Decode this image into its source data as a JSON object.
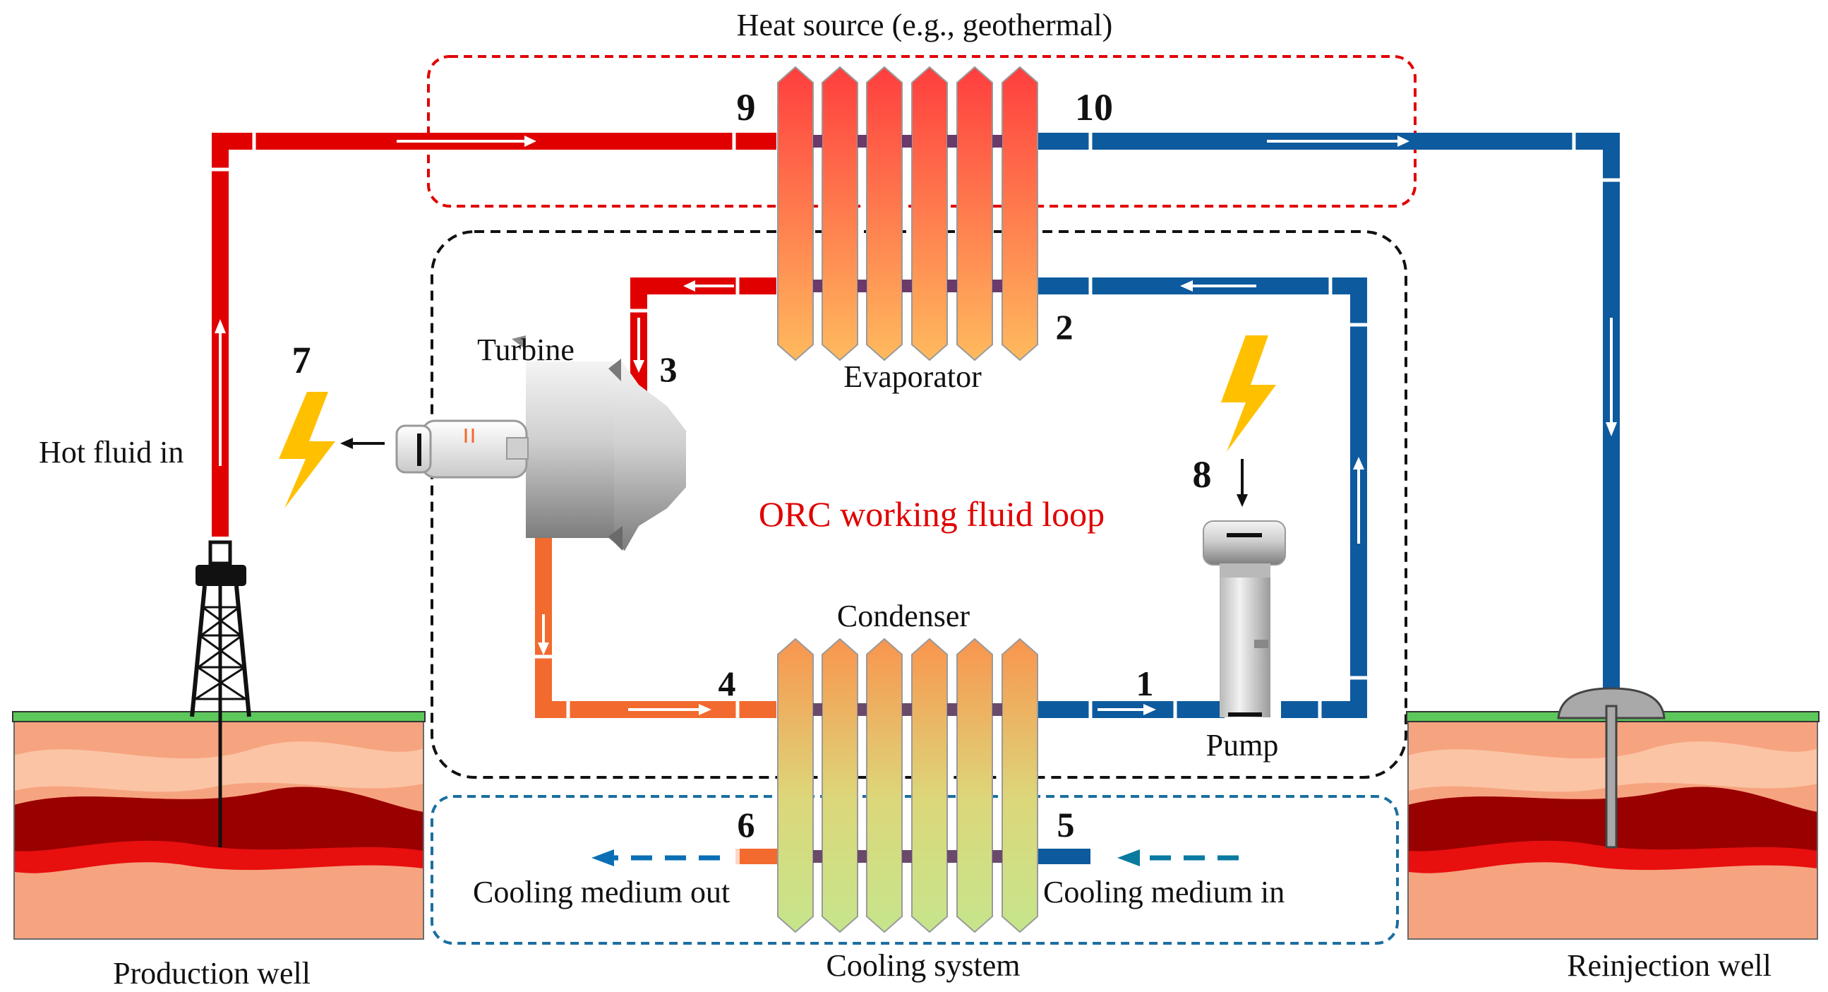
{
  "labels": {
    "heat_source": "Heat source (e.g., geothermal)",
    "evaporator": "Evaporator",
    "condenser": "Condenser",
    "turbine": "Turbine",
    "pump": "Pump",
    "orc_loop": "ORC working fluid loop",
    "hot_fluid_in": "Hot fluid in",
    "production_well": "Production well",
    "reinjection_well": "Reinjection well",
    "cooling_system": "Cooling system",
    "cooling_medium_out": "Cooling medium out",
    "cooling_medium_in": "Cooling medium in"
  },
  "state_points": [
    "1",
    "2",
    "3",
    "4",
    "5",
    "6",
    "7",
    "8",
    "9",
    "10"
  ],
  "colors": {
    "hot_pipe": "#e00000",
    "cold_pipe": "#0d5a9e",
    "condenser_inlet_pipe": "#f26a2e",
    "cooling_out": "#0a6fb5",
    "cooling_in": "#0a7aa0",
    "lightning": "#ffc000",
    "heat_source_box": "#e00000",
    "orc_box": "#111111",
    "cooling_box": "#1a6fa0",
    "orc_loop_text": "#e00000",
    "ground_grass": "#5cc85c"
  },
  "icons": [
    "lightning-icon",
    "generator-icon",
    "turbine-icon",
    "pump-icon",
    "drilling-rig-icon",
    "wellhead-icon"
  ]
}
